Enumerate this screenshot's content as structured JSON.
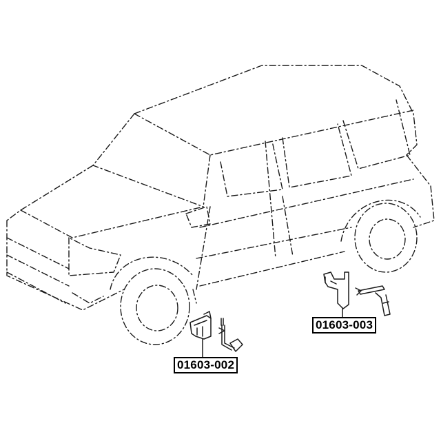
{
  "parts": [
    {
      "id": "front_sensor",
      "part_number": "01603-002"
    },
    {
      "id": "rear_sensor",
      "part_number": "01603-003"
    }
  ]
}
